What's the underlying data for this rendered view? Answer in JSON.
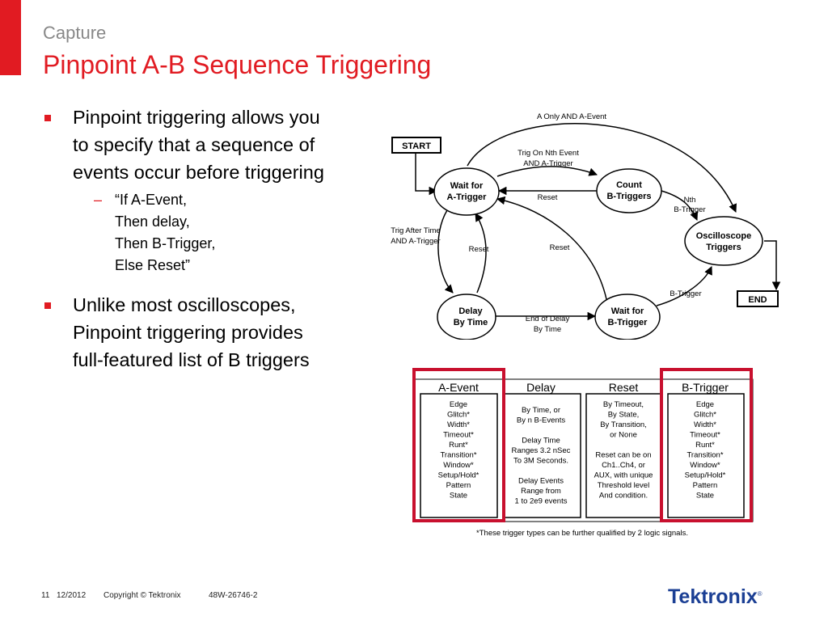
{
  "header": {
    "section": "Capture",
    "title": "Pinpoint A-B Sequence Triggering"
  },
  "bullets": {
    "first": [
      "Pinpoint triggering allows you",
      "to specify that a sequence of",
      "events occur before triggering"
    ],
    "sub": [
      "“If A-Event,",
      "Then delay,",
      "Then B-Trigger,",
      "Else Reset”"
    ],
    "second": [
      "Unlike most oscilloscopes,",
      "Pinpoint triggering provides",
      "full-featured list of B triggers"
    ]
  },
  "diagram": {
    "start": "START",
    "end": "END",
    "states": {
      "wait_a": [
        "Wait for",
        "A-Trigger"
      ],
      "count_b": [
        "Count",
        "B-Triggers"
      ],
      "osc": [
        "Oscilloscope",
        "Triggers"
      ],
      "delay": [
        "Delay",
        "By Time"
      ],
      "wait_b": [
        "Wait for",
        "B-Trigger"
      ]
    },
    "transitions": {
      "a_only": "A Only AND A-Event",
      "trig_nth": [
        "Trig On Nth Event",
        "AND A-Trigger"
      ],
      "reset_top": "Reset",
      "nth": [
        "Nth",
        "B-Trigger"
      ],
      "trig_after": [
        "Trig After Time",
        "AND A-Trigger"
      ],
      "reset_left": "Reset",
      "reset_mid": "Reset",
      "end_delay": [
        "End of Delay",
        "By Time"
      ],
      "b_trigger": "B-Trigger"
    }
  },
  "table": {
    "headers": [
      "A-Event",
      "Delay",
      "Reset",
      "B-Trigger"
    ],
    "a_event": [
      "Edge",
      "Glitch*",
      "Width*",
      "Timeout*",
      "Runt*",
      "Transition*",
      "Window*",
      "Setup/Hold*",
      "Pattern",
      "State"
    ],
    "delay": [
      "By Time, or",
      "By n B-Events",
      "",
      "Delay Time",
      "Ranges 3.2 nSec",
      "To 3M Seconds.",
      "",
      "Delay Events",
      "Range from",
      "1 to 2e9 events"
    ],
    "reset": [
      "By Timeout,",
      "By State,",
      "By Transition,",
      "or None",
      "",
      "Reset can be on",
      "Ch1..Ch4, or",
      "AUX, with unique",
      "Threshold level",
      "And condition."
    ],
    "b_trigger": [
      "Edge",
      "Glitch*",
      "Width*",
      "Timeout*",
      "Runt*",
      "Transition*",
      "Window*",
      "Setup/Hold*",
      "Pattern",
      "State"
    ],
    "footnote": "*These trigger types can be further qualified by 2 logic signals."
  },
  "footer": {
    "page": "11",
    "date": "12/2012",
    "copyright": "Copyright © Tektronix",
    "doc": "48W-26746-2",
    "logo": "Tektronix",
    "logo_mark": "®"
  },
  "colors": {
    "accent": "#e11b22",
    "title": "#e11b22",
    "section": "#888888",
    "logo": "#1b3f94"
  }
}
